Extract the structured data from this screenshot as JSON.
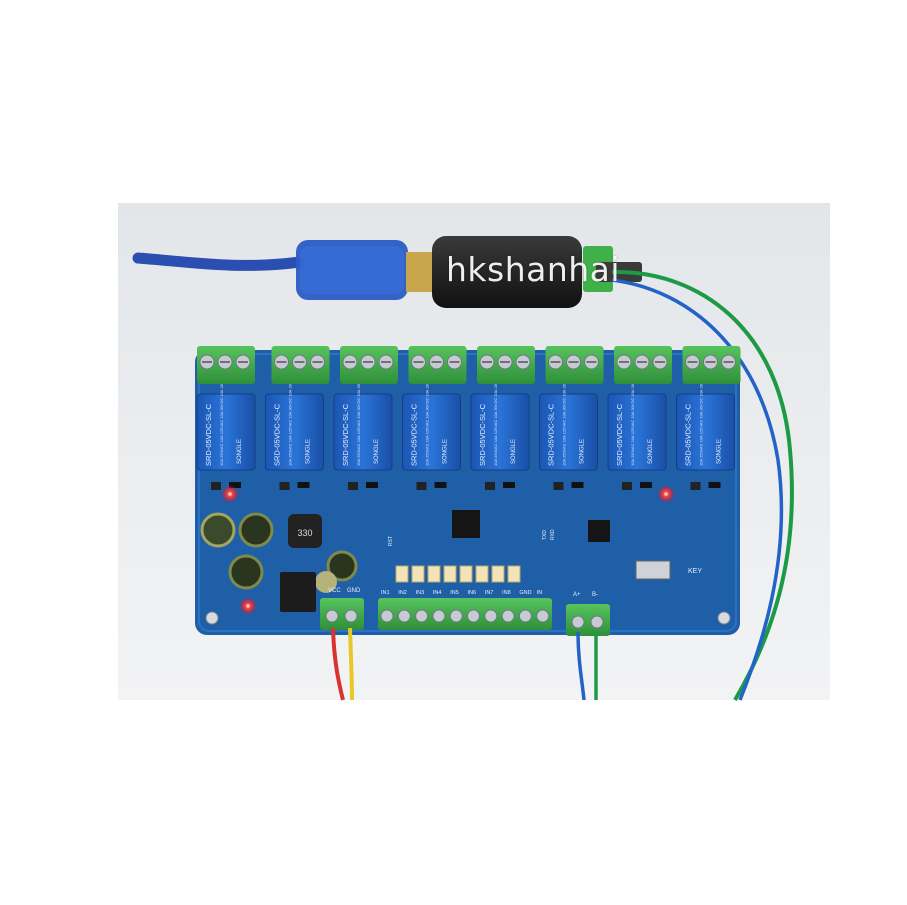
{
  "watermark": {
    "text": "hkshanhai"
  },
  "board": {
    "relay_count": 8,
    "relay_label": "SRD-05VDC-SL-C",
    "relay_rating": "10A 250VAC 10A 125VAC 10A 30VDC 10A 28VDC",
    "relay_brand": "SONGLE",
    "input_labels": [
      "IN1",
      "IN2",
      "IN3",
      "IN4",
      "IN5",
      "IN6",
      "IN7",
      "IN8",
      "GND",
      "IN"
    ],
    "power_labels": [
      "VCC",
      "GND"
    ],
    "rs485_labels": [
      "A+",
      "B-"
    ],
    "header_labels": [
      "RST",
      "TXD",
      "RXD"
    ],
    "key_label": "KEY",
    "inductor_label": "330"
  },
  "colors": {
    "pcb": "#1f5fa8",
    "relay": "#1e66c9",
    "terminal": "#3fb04a",
    "cable": "#2a4fb0",
    "adapter": "#262626"
  }
}
